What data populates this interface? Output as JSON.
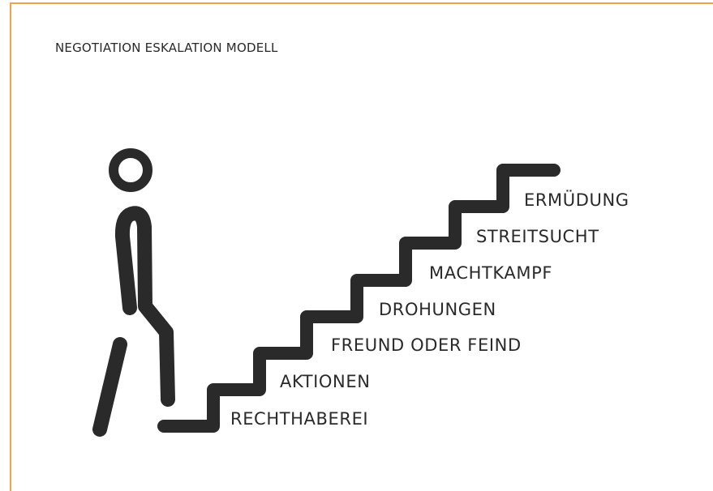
{
  "title": "NEGOTIATION ESKALATION MODELL",
  "accent_color": "#f3a14a",
  "ink_color": "#2a2a2a",
  "steps": [
    {
      "label": "RECHTHABEREI"
    },
    {
      "label": "AKTIONEN"
    },
    {
      "label": "FREUND ODER FEIND"
    },
    {
      "label": "DROHUNGEN"
    },
    {
      "label": "MACHTKAMPF"
    },
    {
      "label": "STREITSUCHT"
    },
    {
      "label": "ERMÜDUNG"
    }
  ],
  "icons": [
    "person-walking-icon",
    "staircase-icon"
  ]
}
